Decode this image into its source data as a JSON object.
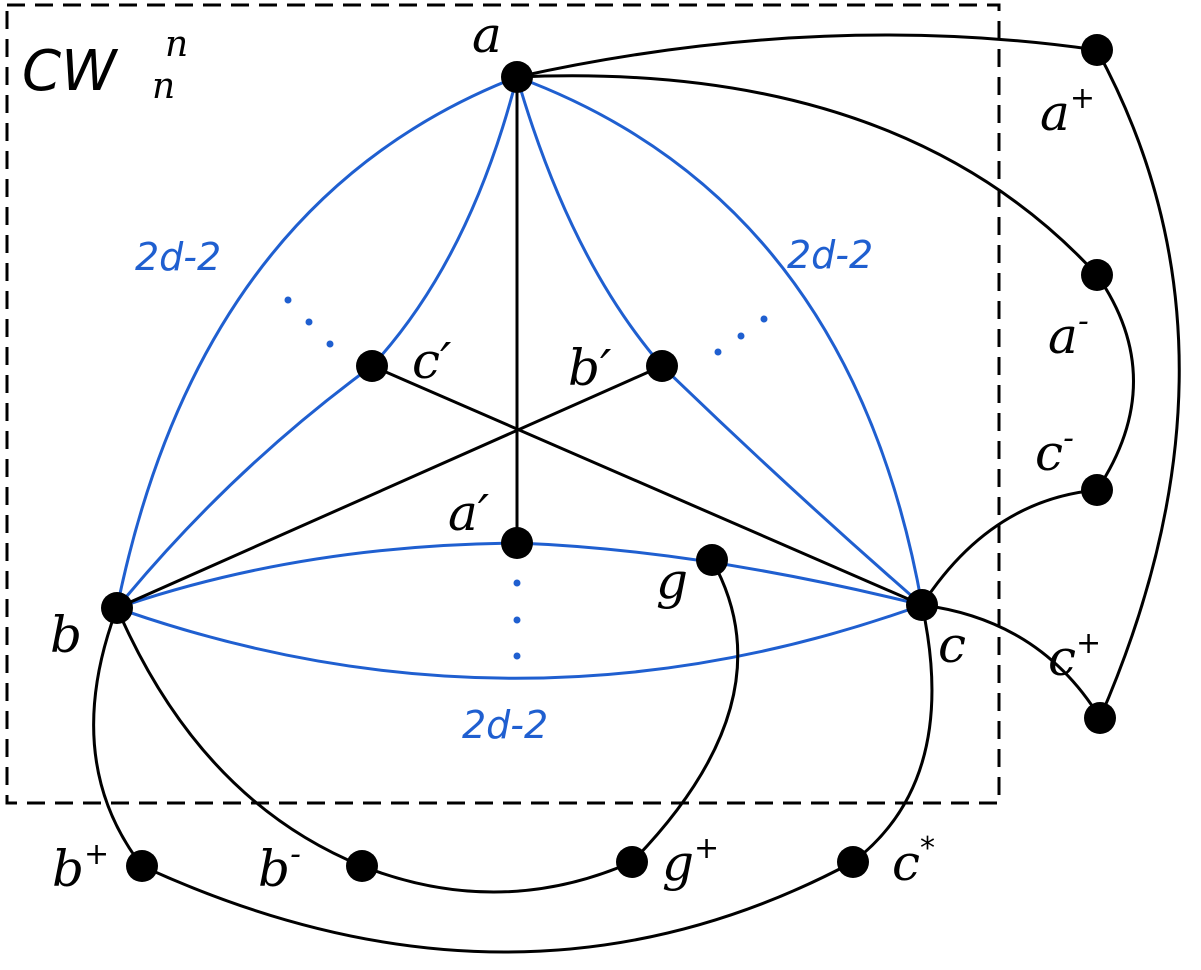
{
  "title": {
    "main": "CW",
    "sub": "n",
    "sup": "n"
  },
  "vertices": {
    "a": "a",
    "b": "b",
    "c": "c",
    "a_prime": "a′",
    "b_prime": "b′",
    "c_prime": "c′",
    "g": "g",
    "a_plus": "a",
    "a_minus": "a",
    "c_minus": "c",
    "c_plus": "c",
    "b_plus": "b",
    "b_minus": "b",
    "g_plus": "g",
    "c_star": "c"
  },
  "superscripts": {
    "plus": "+",
    "minus": "-",
    "star": "*"
  },
  "edge_labels": {
    "left": "2d-2",
    "right": "2d-2",
    "bottom": "2d-2"
  },
  "colors": {
    "blue": "#1f5fd0",
    "black": "#000000"
  }
}
